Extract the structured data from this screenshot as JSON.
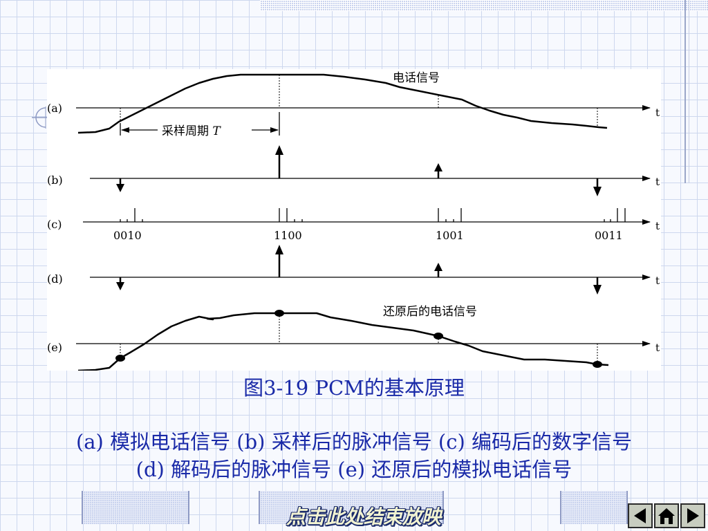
{
  "diagram": {
    "rows": [
      {
        "id": "a",
        "label": "(a)",
        "axis": "t",
        "title": "电话信号"
      },
      {
        "id": "b",
        "label": "(b)",
        "axis": "t"
      },
      {
        "id": "c",
        "label": "(c)",
        "axis": "t",
        "codes": [
          "0010",
          "1100",
          "1001",
          "0011"
        ]
      },
      {
        "id": "d",
        "label": "(d)",
        "axis": "t"
      },
      {
        "id": "e",
        "label": "(e)",
        "axis": "t",
        "title": "还原后的电话信号"
      }
    ],
    "period_label": "采样周期 ",
    "period_symbol": "T"
  },
  "caption": "图3-19   PCM的基本原理",
  "description": {
    "line1": "(a) 模拟电话信号 (b) 采样后的脉冲信号 (c) 编码后的数字信号",
    "line2": "(d) 解码后的脉冲信号 (e) 还原后的模拟电话信号"
  },
  "footer": {
    "end_show_label": "点击此处结束放映"
  },
  "icons": {
    "prev": "triangle-left-icon",
    "home": "house-icon",
    "next": "triangle-right-icon"
  },
  "colors": {
    "text_accent": "#1a2aa8",
    "grid": "#cdd7ee"
  }
}
